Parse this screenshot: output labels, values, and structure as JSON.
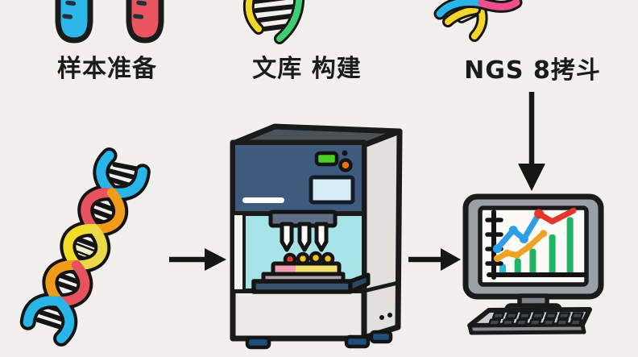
{
  "steps": [
    {
      "name": "sample-prep",
      "label": "样本准备"
    },
    {
      "name": "library-construction",
      "label": "文库 构建"
    },
    {
      "name": "ngs-data",
      "label": "NGS 8拷斗"
    }
  ],
  "palette": {
    "background": "#f2f0ec",
    "outline": "#1a1a1a",
    "tube_blue": "#2cb7ea",
    "tube_red": "#e9565f",
    "dna_yellow": "#f2d629",
    "dna_green": "#3ecf70",
    "dna_blue": "#2ab5e8",
    "dna_pink": "#ef4d8c",
    "dna_red": "#e8525e",
    "dna_orange": "#f09c1a",
    "machine_panel_navy": "#3e5b7e",
    "machine_top_slate": "#4a525a",
    "machine_chamber_cyan": "#a6e4e8",
    "indicator_green": "#4ccf28",
    "button_orange": "#ed6f12",
    "plate_pink": "#f29eb0",
    "plate_yellow": "#f4e26a",
    "monitor_gray": "#9aa0a8"
  },
  "chart_data": {
    "type": "combo",
    "context": "decorative analysis plot on monitor screen",
    "title": "",
    "xlabel": "",
    "ylabel": "",
    "axes": {
      "y_ticks": 4,
      "tick_labels_visible": false,
      "grid": false
    },
    "bars": {
      "color_first": "#2fb7d8",
      "color": "#1fb464",
      "x": [
        0.5,
        1.35,
        2.2,
        3.3,
        4.3
      ],
      "heights": [
        1.0,
        1.5,
        2.4,
        3.7,
        5.3
      ]
    },
    "series": [
      {
        "name": "blue-line",
        "color": "#2e9fe6",
        "marker_r": 5.5,
        "markers": "all",
        "points": [
          [
            0.2,
            2.4
          ],
          [
            1.1,
            4.1
          ],
          [
            1.7,
            3.3
          ],
          [
            2.55,
            5.6
          ]
        ]
      },
      {
        "name": "orange-line",
        "color": "#eda325",
        "marker_r": 4.5,
        "markers": "all",
        "points": [
          [
            0.2,
            1.5
          ],
          [
            0.75,
            2.0
          ],
          [
            1.3,
            1.8
          ],
          [
            2.0,
            2.6
          ],
          [
            2.8,
            3.8
          ]
        ]
      },
      {
        "name": "red-line",
        "color": "#e2362b",
        "marker_r": 6.0,
        "markers": "first",
        "points": [
          [
            2.55,
            5.6
          ],
          [
            3.3,
            4.9
          ],
          [
            4.5,
            5.9
          ]
        ]
      }
    ]
  }
}
